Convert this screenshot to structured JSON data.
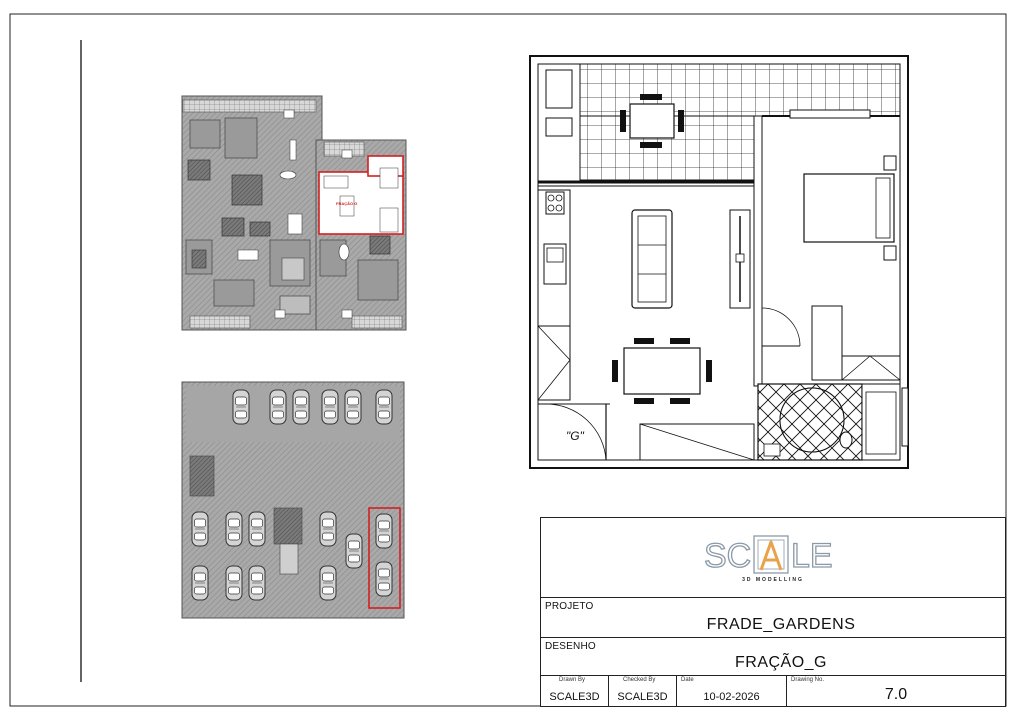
{
  "logo": {
    "text_left": "SC",
    "text_right": "LE",
    "tagline": "3D MODELLING",
    "accent_color": "#e8a24a",
    "frame_color": "#8a9aa8"
  },
  "key_plan": {
    "unit_marker": "FRAÇÃO G",
    "highlight_color": "#d42020"
  },
  "unit_plan": {
    "door_tag": "\"G\""
  },
  "title_block": {
    "projeto_label": "PROJETO",
    "projeto_value": "FRADE_GARDENS",
    "desenho_label": "DESENHO",
    "desenho_value": "FRAÇÃO_G",
    "drawn_by_label": "Drawn By",
    "drawn_by_value": "SCALE3D",
    "checked_by_label": "Checked By",
    "checked_by_value": "SCALE3D",
    "date_label": "Date",
    "date_value": "10-02-2026",
    "drawing_no_label": "Drawing No.",
    "drawing_no_value": "7.0"
  }
}
